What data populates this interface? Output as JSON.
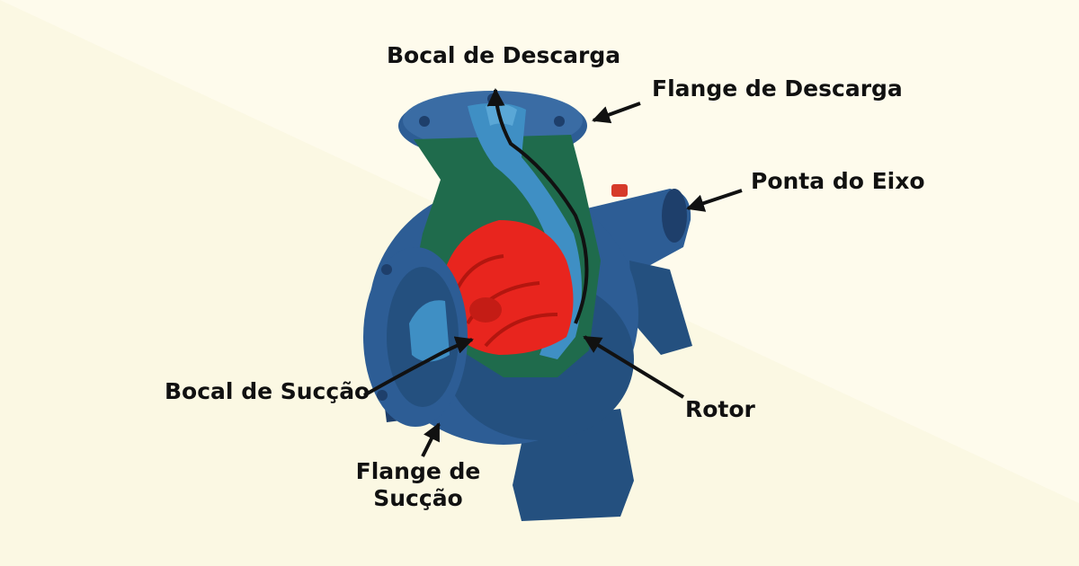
{
  "colors": {
    "background_left": "#fbf8e3",
    "background_right": "#fefbec",
    "pump_body": "#2d5d95",
    "pump_dark": "#1e3f6b",
    "section_cut": "#1f6b4c",
    "water_channel": "#3f8fc4",
    "impeller": "#e8251e",
    "arrow": "#111111"
  },
  "labels": {
    "discharge_nozzle": "Bocal de Descarga",
    "discharge_flange": "Flange de Descarga",
    "shaft_end": "Ponta do Eixo",
    "suction_nozzle": "Bocal de Sucção",
    "impeller": "Rotor",
    "suction_flange_line1": "Flange de",
    "suction_flange_line2": "Sucção"
  }
}
